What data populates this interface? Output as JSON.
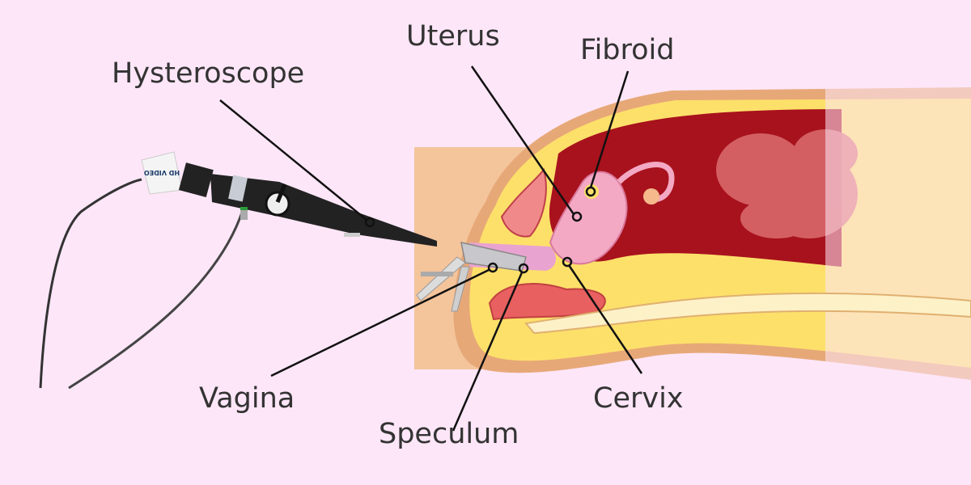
{
  "labels": {
    "hysteroscope": "Hysteroscope",
    "uterus": "Uterus",
    "fibroid": "Fibroid",
    "vagina": "Vagina",
    "speculum": "Speculum",
    "cervix": "Cervix"
  },
  "device_branding": "HD VIDEO",
  "colors": {
    "background": "#fde6f8",
    "fat": "#fde06a",
    "cavity": "#a8121d",
    "uterus": "#f3a9c4",
    "skin": "#f4c49b",
    "label_text": "#333333"
  }
}
